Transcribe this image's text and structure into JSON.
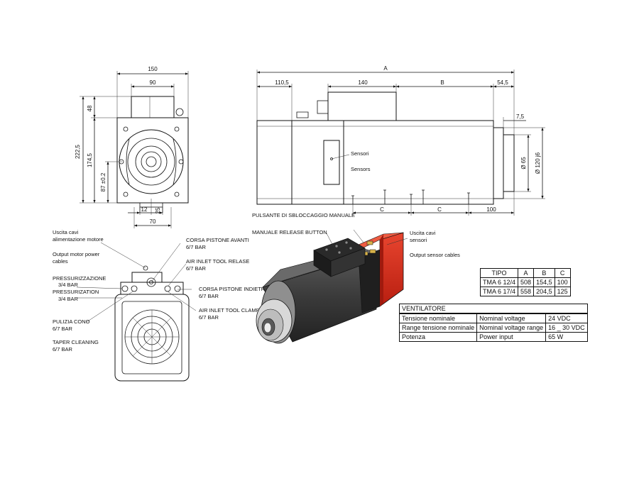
{
  "front_view": {
    "dims": {
      "w150": "150",
      "w90": "90",
      "h48": "48",
      "h2225": "222,5",
      "h1745": "174,5",
      "h87": "87 ±0.2",
      "w12": "12",
      "w25": "25",
      "w70": "70"
    }
  },
  "side_view": {
    "dims": {
      "a": "A",
      "d1105": "110,5",
      "d140": "140",
      "b": "B",
      "d545": "54,5",
      "d75": "7,5",
      "dia65": "Ø 65",
      "dia120": "Ø 120 j6",
      "c1": "C",
      "c2": "C",
      "d100": "100"
    },
    "sensor_label_it": "Sensori",
    "sensor_label_en": "Sensors"
  },
  "rear_view": {
    "labels": {
      "cables_it_1": "Uscita cavi",
      "cables_it_2": "alimentazione motore",
      "cables_en_1": "Output motor power",
      "cables_en_2": "cables",
      "press_it": "PRESSURIZZAZIONE",
      "press_it_val": "3/4 BAR",
      "press_en": "PRESSURIZATION",
      "press_en_val": "3/4 BAR",
      "cone_it": "PULIZIA CONO",
      "cone_it_val": "6/7 BAR",
      "cone_en": "TAPER CLEANING",
      "cone_en_val": "6/7 BAR",
      "piston_fwd_it": "CORSA PISTONE AVANTI",
      "piston_fwd_it_val": "6/7 BAR",
      "release_en": "AIR INLET TOOL RELASE",
      "release_en_val": "6/7 BAR",
      "piston_back_it": "CORSA PISTONE INDIETRO",
      "piston_back_it_val": "6/7 BAR",
      "clamp_en": "AIR INLET TOOL CLAMP",
      "clamp_en_val": "6/7 BAR"
    }
  },
  "iso_view": {
    "labels": {
      "button_it": "PULSANTE DI SBLOCCAGGIO MANUALE",
      "button_en": "MANUALE RELEASE BUTTON",
      "sensor_it_1": "Uscita cavi",
      "sensor_it_2": "sensori",
      "sensor_en": "Output sensor cables"
    },
    "colors": {
      "body": "#3a3a3a",
      "fan": "#d42a18",
      "ring": "#c9c9c9"
    }
  },
  "tipo_table": {
    "header": [
      "TIPO",
      "A",
      "B",
      "C"
    ],
    "rows": [
      [
        "TMA 6 12/4",
        "508",
        "154,5",
        "100"
      ],
      [
        "TMA 6 17/4",
        "558",
        "204,5",
        "125"
      ]
    ]
  },
  "vent_table": {
    "title": "VENTILATORE",
    "rows": [
      [
        "Tensione nominale",
        "Nominal voltage",
        "24 VDC"
      ],
      [
        "Range tensione nominale",
        "Nominal voltage range",
        "16 _ 30 VDC"
      ],
      [
        "Potenza",
        "Power input",
        "65 W"
      ]
    ]
  }
}
